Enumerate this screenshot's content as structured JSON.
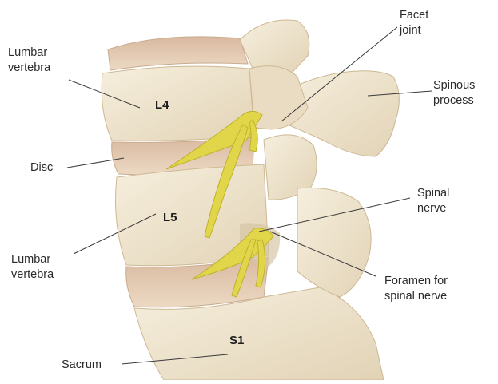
{
  "diagram": {
    "labels": {
      "lumbar_vertebra_upper": [
        "Lumbar",
        "vertebra"
      ],
      "disc": "Disc",
      "lumbar_vertebra_lower": [
        "Lumbar",
        "vertebra"
      ],
      "sacrum": "Sacrum",
      "facet_joint": [
        "Facet",
        "joint"
      ],
      "spinous_process": [
        "Spinous",
        "process"
      ],
      "spinal_nerve": [
        "Spinal",
        "nerve"
      ],
      "foramen": [
        "Foramen for",
        "spinal nerve"
      ]
    },
    "segments": {
      "l4": "L4",
      "l5": "L5",
      "s1": "S1"
    }
  },
  "colors": {
    "bone": "#eee4cf",
    "bone_shadow": "#d6c6a6",
    "disc": "#e3c9ae",
    "nerve": "#e1d64a",
    "leader": "#3a3a3a"
  }
}
